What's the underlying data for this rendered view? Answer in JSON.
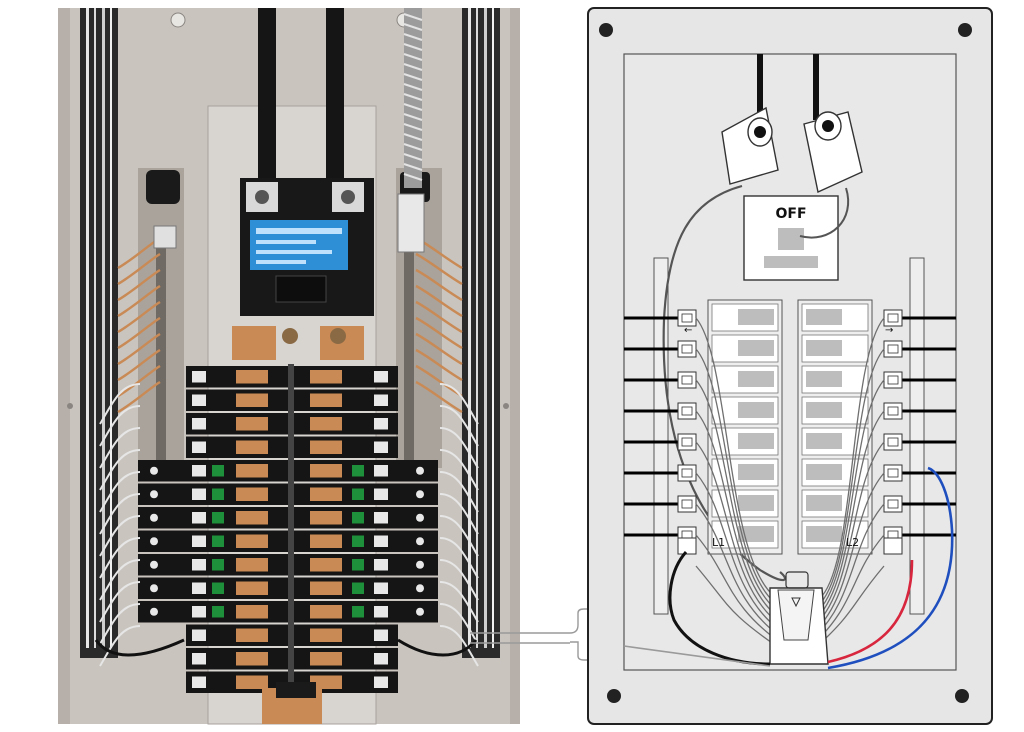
{
  "diagram": {
    "main_switch_label": "OFF",
    "left_leg_label": "L1",
    "right_leg_label": "L2",
    "left_leg_arrow": "←",
    "right_leg_arrow": "→"
  },
  "colors": {
    "enclosure": "#e6e6e6",
    "inner_panel": "#e8e8e8",
    "breaker_bar": "#eeeeee",
    "breaker_handle": "#bdbdbd",
    "photo_box": "#b7b0aa",
    "photo_backplate": "#c9c4be",
    "copper": "#c98a55",
    "wire_black": "#111111",
    "wire_red": "#d7263d",
    "wire_blue": "#1f4fbf",
    "breaker_body": "#151515",
    "gfci_green": "#1e8f3a",
    "label_blue": "#2f8fd6"
  }
}
